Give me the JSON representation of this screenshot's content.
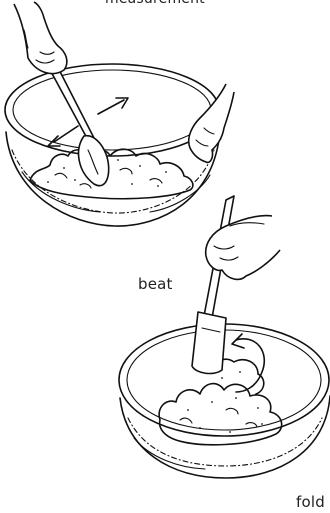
{
  "labels": {
    "top_caption": "measurement",
    "beat": "beat",
    "fold": "fold"
  },
  "colors": {
    "ink": "#111111",
    "background": "#ffffff"
  }
}
